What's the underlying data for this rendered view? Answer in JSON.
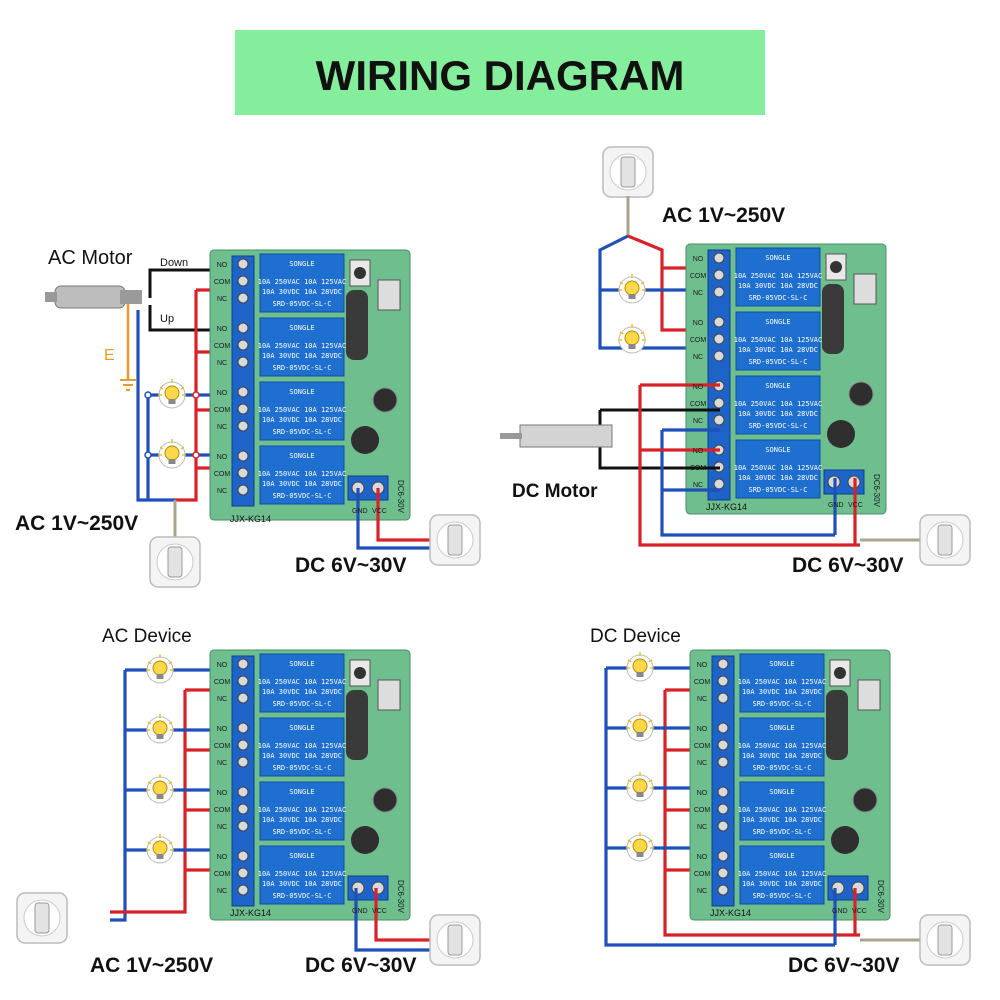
{
  "title": "WIRING DIAGRAM",
  "panels": {
    "ac_motor": {
      "device_label": "AC Motor",
      "down_label": "Down",
      "up_label": "Up",
      "earth_label": "E",
      "source_label": "AC 1V~250V",
      "dc_label": "DC 6V~30V"
    },
    "dc_motor": {
      "device_label": "DC Motor",
      "source_label": "AC 1V~250V",
      "dc_label": "DC 6V~30V"
    },
    "ac_device": {
      "device_label": "AC Device",
      "source_label": "AC 1V~250V",
      "dc_label": "DC 6V~30V"
    },
    "dc_device": {
      "device_label": "DC Device",
      "dc_label": "DC 6V~30V"
    }
  },
  "board": {
    "relay_brand": "SONGLE",
    "relay_rating_1": "10A 250VAC  10A 125VAC",
    "relay_rating_2": "10A 30VDC  10A 28VDC",
    "relay_model": "SRD-05VDC-SL-C",
    "terminal_labels": [
      "NO",
      "COM",
      "NC"
    ],
    "board_id": "JJX-KG14",
    "power_label": "DC6-30V",
    "gnd_label": "GND",
    "vcc_label": "VCC"
  },
  "colors": {
    "title_bg": "#84ee9c",
    "wire_blue": "#1f4fb8",
    "wire_red": "#d8222a",
    "pcb": "#6fbf8e",
    "relay": "#1e6fd0"
  }
}
